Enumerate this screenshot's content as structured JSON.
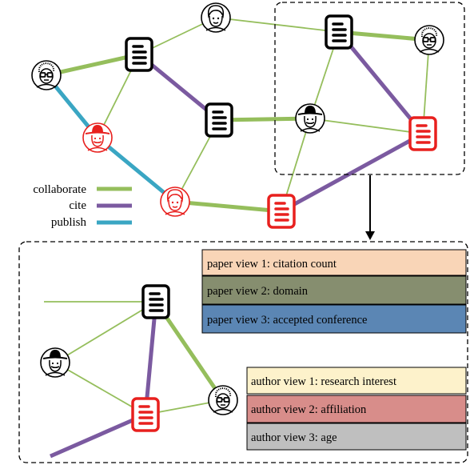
{
  "legend": [
    {
      "label": "collaborate",
      "color": "#95be5c"
    },
    {
      "label": "cite",
      "color": "#7b5aa0"
    },
    {
      "label": "publish",
      "color": "#3aa6c3"
    }
  ],
  "paper_views": [
    {
      "label": "paper view 1: citation count",
      "color": "#f9d5b7"
    },
    {
      "label": "paper view 2: domain",
      "color": "#868e6f"
    },
    {
      "label": "paper view 3: accepted conference",
      "color": "#5b86b4"
    }
  ],
  "author_views": [
    {
      "label": "author view 1: research interest",
      "color": "#fdf2cb"
    },
    {
      "label": "author view 2: affiliation",
      "color": "#d88d8a"
    },
    {
      "label": "author view 3: age",
      "color": "#bfbfbf"
    }
  ],
  "colors": {
    "collaborate": "#95be5c",
    "cite": "#7b5aa0",
    "publish": "#3aa6c3",
    "highlight_red": "#e8201e",
    "node_black": "#000000"
  },
  "icons": {
    "paper": "document-icon",
    "author_glasses": "author-glasses-icon",
    "author_hat": "author-hat-icon",
    "author_young": "author-young-icon"
  }
}
